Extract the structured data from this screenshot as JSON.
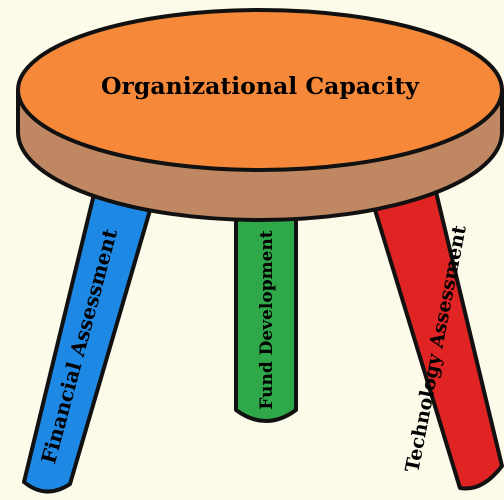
{
  "diagram": {
    "seat_label": "Organizational Capacity",
    "legs": [
      {
        "label": "Financial Assessment",
        "color": "#1e88e5"
      },
      {
        "label": "Fund Development",
        "color": "#2fa84a"
      },
      {
        "label": "Technology Assessment",
        "color": "#e02424"
      }
    ],
    "seat_top_color": "#f6883a",
    "seat_side_color": "#c08862",
    "background_color": "#fcfbe9"
  }
}
